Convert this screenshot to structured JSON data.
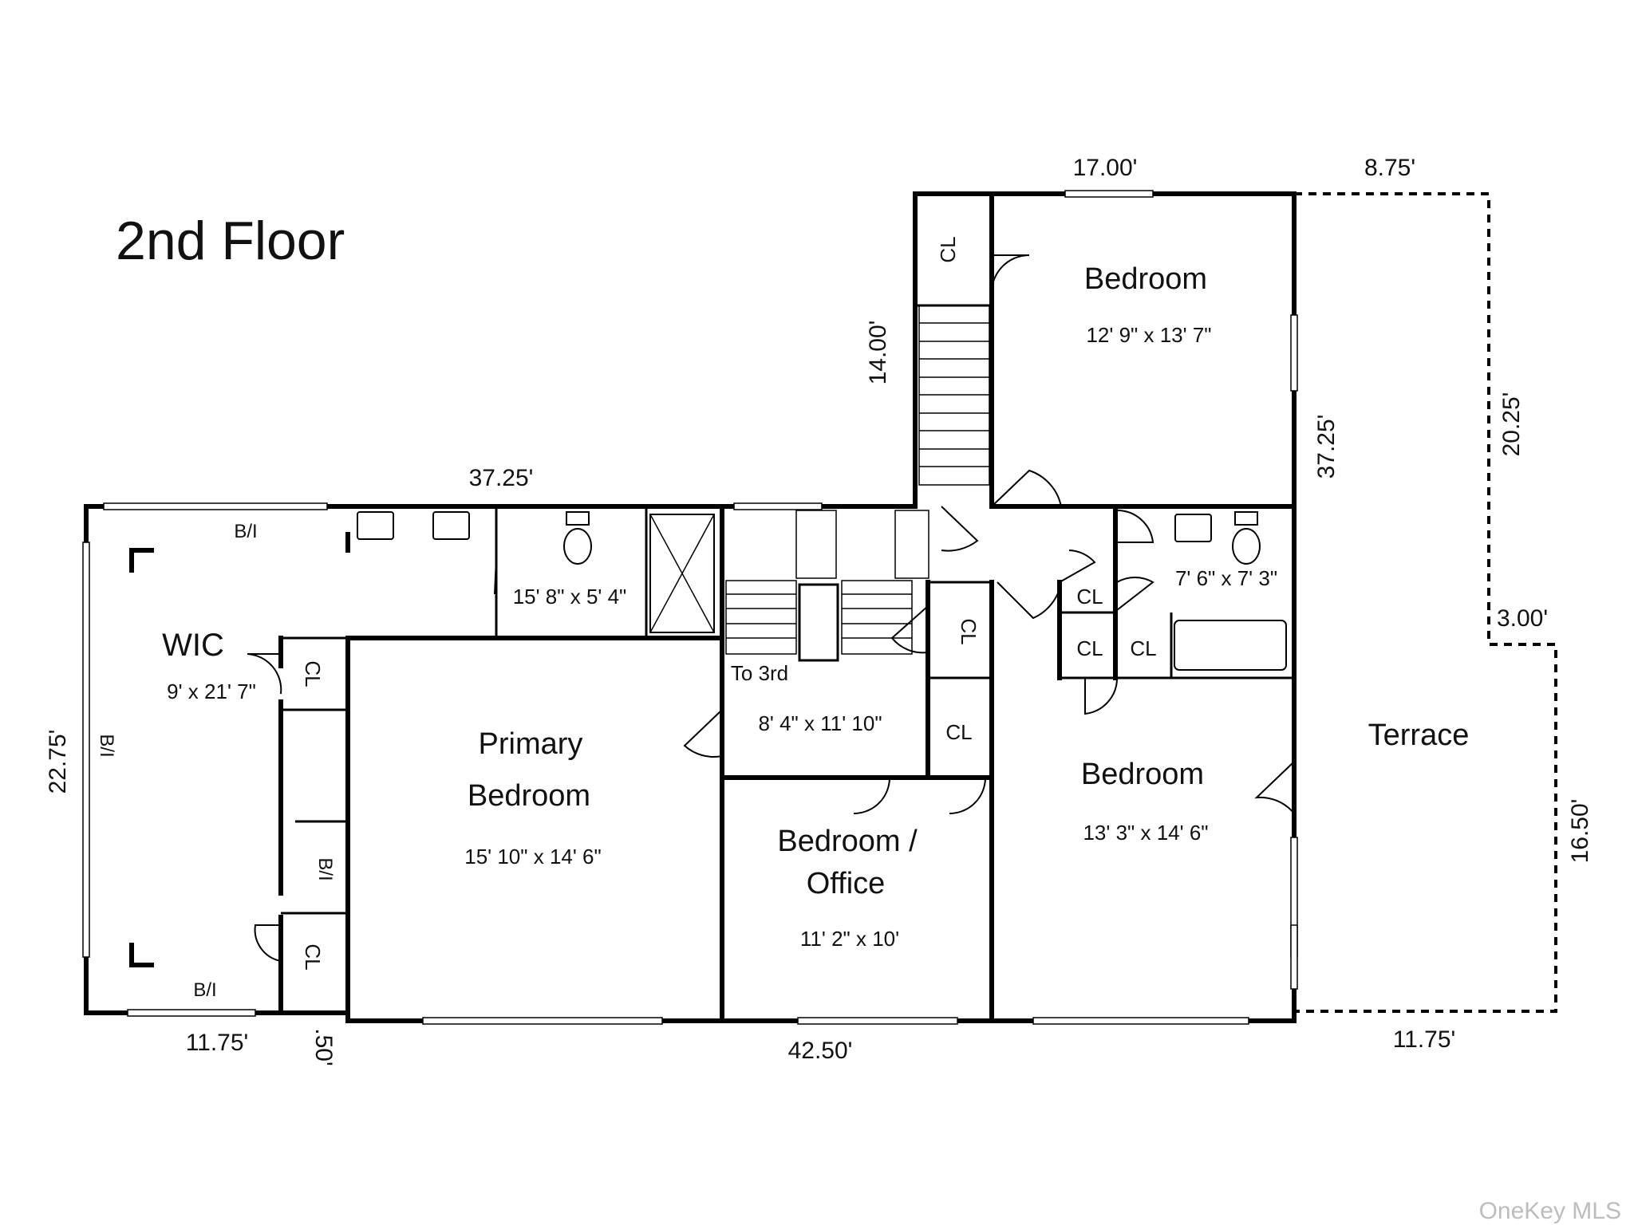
{
  "title": "2nd Floor",
  "watermark": "OneKey MLS",
  "rooms": {
    "wic": {
      "name": "WIC",
      "size": "9' x 21' 7\""
    },
    "primary": {
      "name_line1": "Primary",
      "name_line2": "Bedroom",
      "size": "15' 10\" x 14' 6\""
    },
    "primary_bath": {
      "size": "15' 8\" x 5' 4\""
    },
    "hall": {
      "label": "To 3rd",
      "size": "8' 4\" x 11' 10\""
    },
    "office": {
      "name_line1": "Bedroom /",
      "name_line2": "Office",
      "size": "11' 2\" x 10'"
    },
    "bedroom_top": {
      "name": "Bedroom",
      "size": "12' 9\" x 13' 7\""
    },
    "bath2": {
      "size": "7' 6\" x 7' 3\""
    },
    "bedroom_right": {
      "name": "Bedroom",
      "size": "13' 3\" x 14' 6\""
    },
    "terrace": {
      "name": "Terrace"
    }
  },
  "labels": {
    "cl": "CL",
    "bi": "B/I"
  },
  "dimensions": {
    "top_17": "17.00'",
    "top_875": "8.75'",
    "left_14": "14.00'",
    "top_3725": "37.25'",
    "right_3725": "37.25'",
    "right_2025": "20.25'",
    "right_300": "3.00'",
    "right_1650": "16.50'",
    "left_2275": "22.75'",
    "bottom_1175_left": "11.75'",
    "bottom_050": ".50'",
    "bottom_4250": "42.50'",
    "bottom_1175_right": "11.75'"
  }
}
